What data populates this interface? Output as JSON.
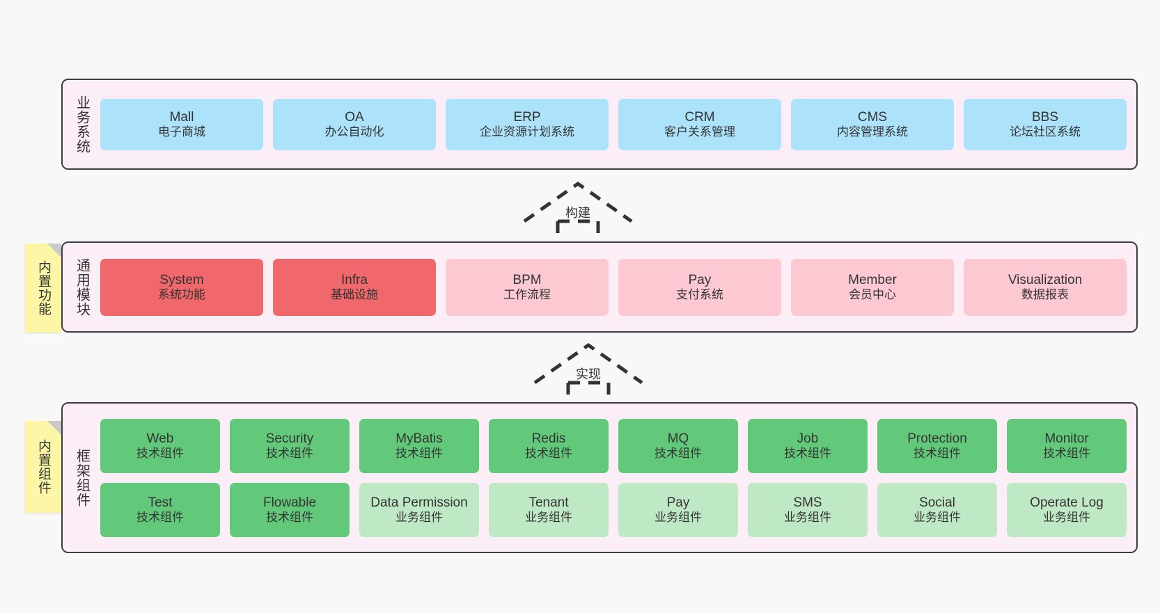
{
  "layers": [
    {
      "id": "business",
      "title": "业务系统",
      "rows": [
        {
          "cells": [
            {
              "name": "Mall",
              "sub": "电子商城",
              "style": "c-blue"
            },
            {
              "name": "OA",
              "sub": "办公自动化",
              "style": "c-blue"
            },
            {
              "name": "ERP",
              "sub": "企业资源计划系统",
              "style": "c-blue"
            },
            {
              "name": "CRM",
              "sub": "客户关系管理",
              "style": "c-blue"
            },
            {
              "name": "CMS",
              "sub": "内容管理系统",
              "style": "c-blue"
            },
            {
              "name": "BBS",
              "sub": "论坛社区系统",
              "style": "c-blue"
            }
          ]
        }
      ]
    },
    {
      "id": "common",
      "title": "通用模块",
      "sticky": "内置功能",
      "rows": [
        {
          "cells": [
            {
              "name": "System",
              "sub": "系统功能",
              "style": "c-red"
            },
            {
              "name": "Infra",
              "sub": "基础设施",
              "style": "c-red"
            },
            {
              "name": "BPM",
              "sub": "工作流程",
              "style": "c-pink"
            },
            {
              "name": "Pay",
              "sub": "支付系统",
              "style": "c-pink"
            },
            {
              "name": "Member",
              "sub": "会员中心",
              "style": "c-pink"
            },
            {
              "name": "Visualization",
              "sub": "数据报表",
              "style": "c-pink"
            }
          ]
        }
      ]
    },
    {
      "id": "framework",
      "title": "框架组件",
      "sticky": "内置组件",
      "rows": [
        {
          "cells": [
            {
              "name": "Web",
              "sub": "技术组件",
              "style": "c-green"
            },
            {
              "name": "Security",
              "sub": "技术组件",
              "style": "c-green"
            },
            {
              "name": "MyBatis",
              "sub": "技术组件",
              "style": "c-green"
            },
            {
              "name": "Redis",
              "sub": "技术组件",
              "style": "c-green"
            },
            {
              "name": "MQ",
              "sub": "技术组件",
              "style": "c-green"
            },
            {
              "name": "Job",
              "sub": "技术组件",
              "style": "c-green"
            },
            {
              "name": "Protection",
              "sub": "技术组件",
              "style": "c-green"
            },
            {
              "name": "Monitor",
              "sub": "技术组件",
              "style": "c-green"
            }
          ]
        },
        {
          "cells": [
            {
              "name": "Test",
              "sub": "技术组件",
              "style": "c-green"
            },
            {
              "name": "Flowable",
              "sub": "技术组件",
              "style": "c-green"
            },
            {
              "name": "Data Permission",
              "sub": "业务组件",
              "style": "c-lightgreen"
            },
            {
              "name": "Tenant",
              "sub": "业务组件",
              "style": "c-lightgreen"
            },
            {
              "name": "Pay",
              "sub": "业务组件",
              "style": "c-lightgreen"
            },
            {
              "name": "SMS",
              "sub": "业务组件",
              "style": "c-lightgreen"
            },
            {
              "name": "Social",
              "sub": "业务组件",
              "style": "c-lightgreen"
            },
            {
              "name": "Operate Log",
              "sub": "业务组件",
              "style": "c-lightgreen"
            }
          ]
        }
      ]
    }
  ],
  "arrows": [
    {
      "id": "build",
      "label": "构建"
    },
    {
      "id": "impl",
      "label": "实现"
    }
  ],
  "colors": {
    "canvas": "#f8f8f8",
    "band_fill": "#fbeef6",
    "band_border": "#3d3b43",
    "blue": "#ace3fb",
    "red": "#f0676c",
    "pink": "#fcc9d3",
    "green": "#62c97a",
    "light_green": "#bfe8c4",
    "sticky": "#fdf6a6",
    "sticky_fold": "#c9c9c9",
    "text": "#333333"
  }
}
